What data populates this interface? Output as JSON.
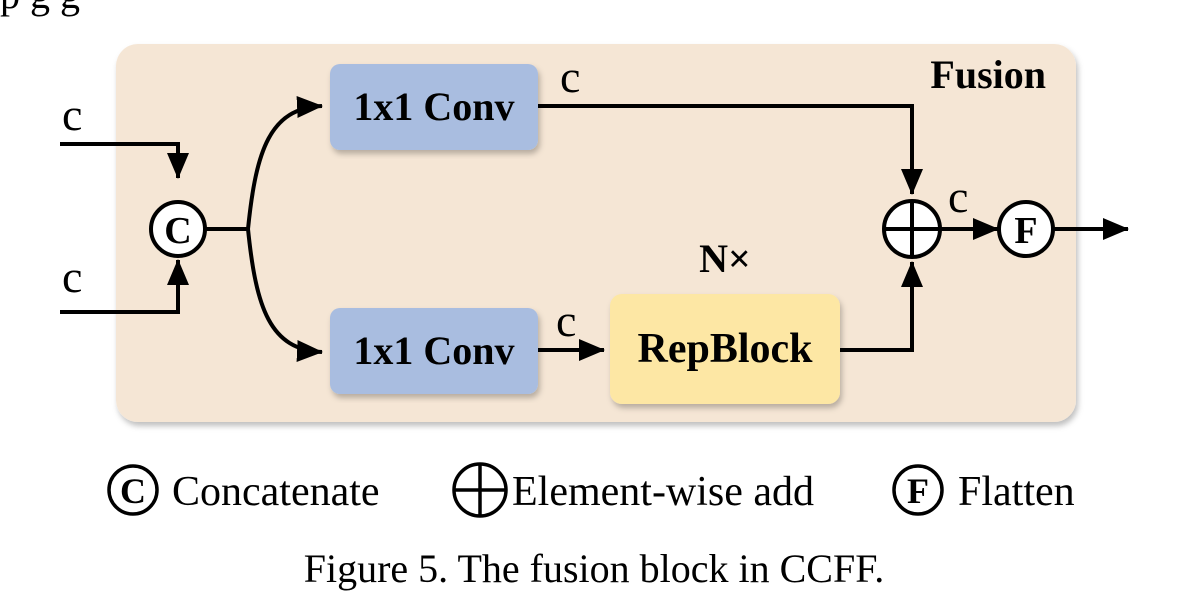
{
  "top_text": "p       g            g",
  "panel": {
    "label": "Fusion",
    "fill": "#f5e6d5"
  },
  "inputs": {
    "top_label": "c",
    "bottom_label": "c"
  },
  "concat_node": {
    "symbol": "C"
  },
  "conv_top": {
    "label": "1x1 Conv",
    "out_label": "c",
    "fill": "#a9bde0"
  },
  "conv_bottom": {
    "label": "1x1 Conv",
    "out_label": "c",
    "fill": "#a9bde0"
  },
  "repblock": {
    "label": "RepBlock",
    "repeat": "N×",
    "fill": "#fde7a4"
  },
  "add_out_label": "c",
  "flatten_node": {
    "symbol": "F"
  },
  "legend": [
    {
      "symbol": "C",
      "text": "Concatenate"
    },
    {
      "symbol": "+",
      "text": "Element-wise add"
    },
    {
      "symbol": "F",
      "text": "Flatten"
    }
  ],
  "caption": "Figure 5. The fusion block in CCFF."
}
